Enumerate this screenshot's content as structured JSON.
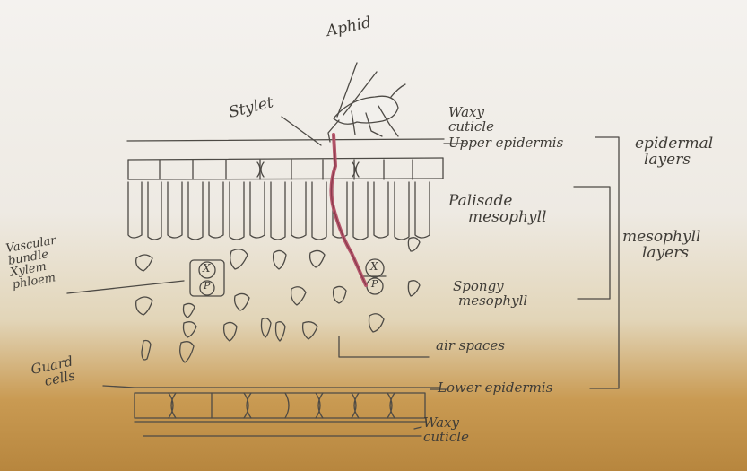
{
  "labels": {
    "aphid": "Aphid",
    "stylet": "Stylet",
    "waxy_cuticle_top": [
      "Waxy",
      "cuticle"
    ],
    "upper_epidermis": "Upper epidermis",
    "palisade_mesophyll": [
      "Palisade",
      "mesophyll"
    ],
    "spongy_mesophyll": [
      "Spongy",
      "mesophyll"
    ],
    "air_spaces": "air spaces",
    "lower_epidermis": "Lower epidermis",
    "waxy_cuticle_bottom": [
      "Waxy",
      "cuticle"
    ],
    "epidermal_layers": [
      "epidermal",
      "layers"
    ],
    "mesophyll_layers": [
      "mesophyll",
      "layers"
    ],
    "vascular_bundle": [
      "Vascular",
      "bundle",
      "Xylem",
      "phloem"
    ],
    "guard_cells": [
      "Guard",
      "cells"
    ],
    "xylem_mark": "X",
    "phloem_mark": "P"
  },
  "colors": {
    "pencil": "#4d4a45",
    "stylet": "#b5566b",
    "paper": "#f4f2ef",
    "shadow": "#c99a52"
  }
}
